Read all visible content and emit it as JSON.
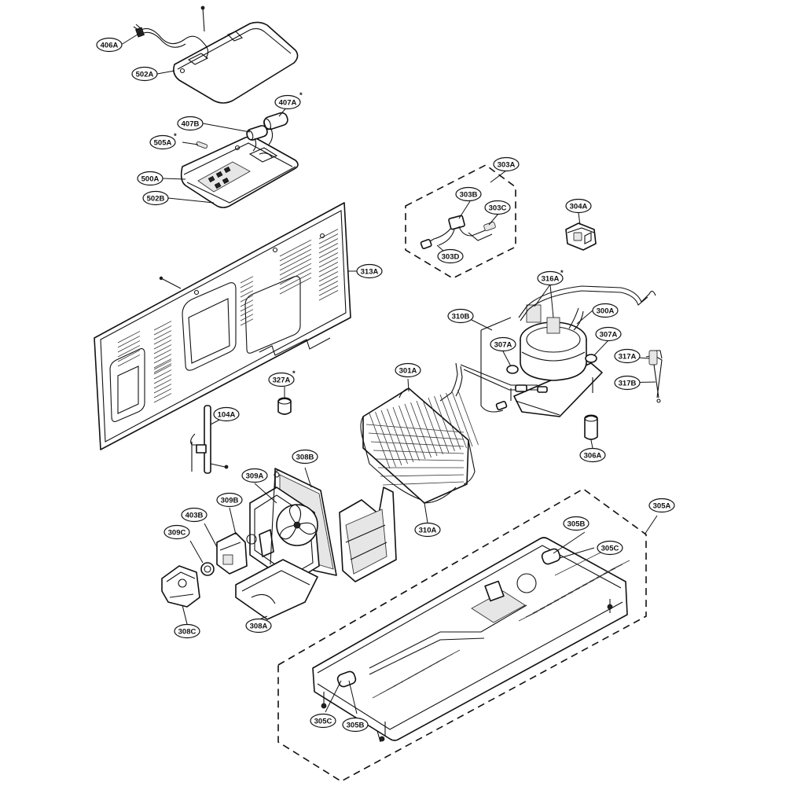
{
  "callouts": {
    "c406A": {
      "label": "406A"
    },
    "c502A": {
      "label": "502A"
    },
    "c407A": {
      "label": "407A",
      "marker": "*"
    },
    "c407B": {
      "label": "407B"
    },
    "c505A": {
      "label": "505A",
      "marker": "*"
    },
    "c500A": {
      "label": "500A"
    },
    "c502B": {
      "label": "502B"
    },
    "c313A": {
      "label": "313A"
    },
    "c303A": {
      "label": "303A"
    },
    "c303B": {
      "label": "303B"
    },
    "c303C": {
      "label": "303C"
    },
    "c303D": {
      "label": "303D"
    },
    "c304A": {
      "label": "304A"
    },
    "c316A": {
      "label": "316A",
      "marker": "*"
    },
    "c310B": {
      "label": "310B"
    },
    "c300A": {
      "label": "300A"
    },
    "c307A1": {
      "label": "307A"
    },
    "c307A2": {
      "label": "307A"
    },
    "c317A": {
      "label": "317A"
    },
    "c317B": {
      "label": "317B"
    },
    "c301A": {
      "label": "301A"
    },
    "c327A": {
      "label": "327A",
      "marker": "*"
    },
    "c104A": {
      "label": "104A"
    },
    "c306A": {
      "label": "306A"
    },
    "c308B": {
      "label": "308B"
    },
    "c309A": {
      "label": "309A"
    },
    "c309B": {
      "label": "309B"
    },
    "c403B": {
      "label": "403B"
    },
    "c309C": {
      "label": "309C"
    },
    "c310A": {
      "label": "310A"
    },
    "c305A": {
      "label": "305A"
    },
    "c305B1": {
      "label": "305B"
    },
    "c305C1": {
      "label": "305C"
    },
    "c308C": {
      "label": "308C"
    },
    "c308A": {
      "label": "308A"
    },
    "c305C2": {
      "label": "305C"
    },
    "c305B2": {
      "label": "305B"
    }
  }
}
